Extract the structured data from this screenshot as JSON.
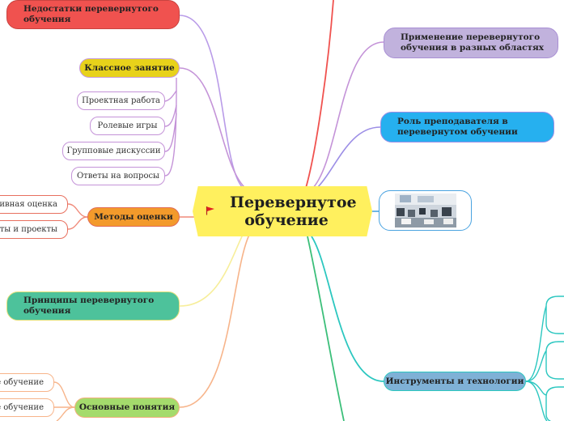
{
  "central": {
    "title": "Перевернутое обучение",
    "flag_icon": "red-flag-icon"
  },
  "topics": {
    "drawbacks": "Недостатки перевернутого обучения",
    "classroom": "Классное занятие",
    "assessment": "Методы оценки",
    "principles": "Принципы перевернутого обучения",
    "concepts": "Основные понятия",
    "applications": "Применение перевернутого обучения в разных областях",
    "teacher_role": "Роль преподавателя в перевернутом обучении",
    "tools": "Инструменты и технологии"
  },
  "classroom_items": [
    "Проектная работа",
    "Ролевые игры",
    "Групповые дискуссии",
    "Ответы на вопросы"
  ],
  "assessment_items": [
    "тивная оценка",
    "есты и проекты"
  ],
  "concepts_items": [
    "ое обучение",
    "ое обучение"
  ],
  "image": {
    "icon": "classroom-photo-icon"
  },
  "colors": {
    "drawbacks": "#f0524f",
    "classroom": "#e8d21a",
    "assessment": "#f39a2b",
    "principles": "#4dc29b",
    "concepts": "#a4db6c",
    "applications": "#c1b2dd",
    "teacher_role": "#26b0ef",
    "tools": "#7fb1d6",
    "center": "#fff05e"
  }
}
